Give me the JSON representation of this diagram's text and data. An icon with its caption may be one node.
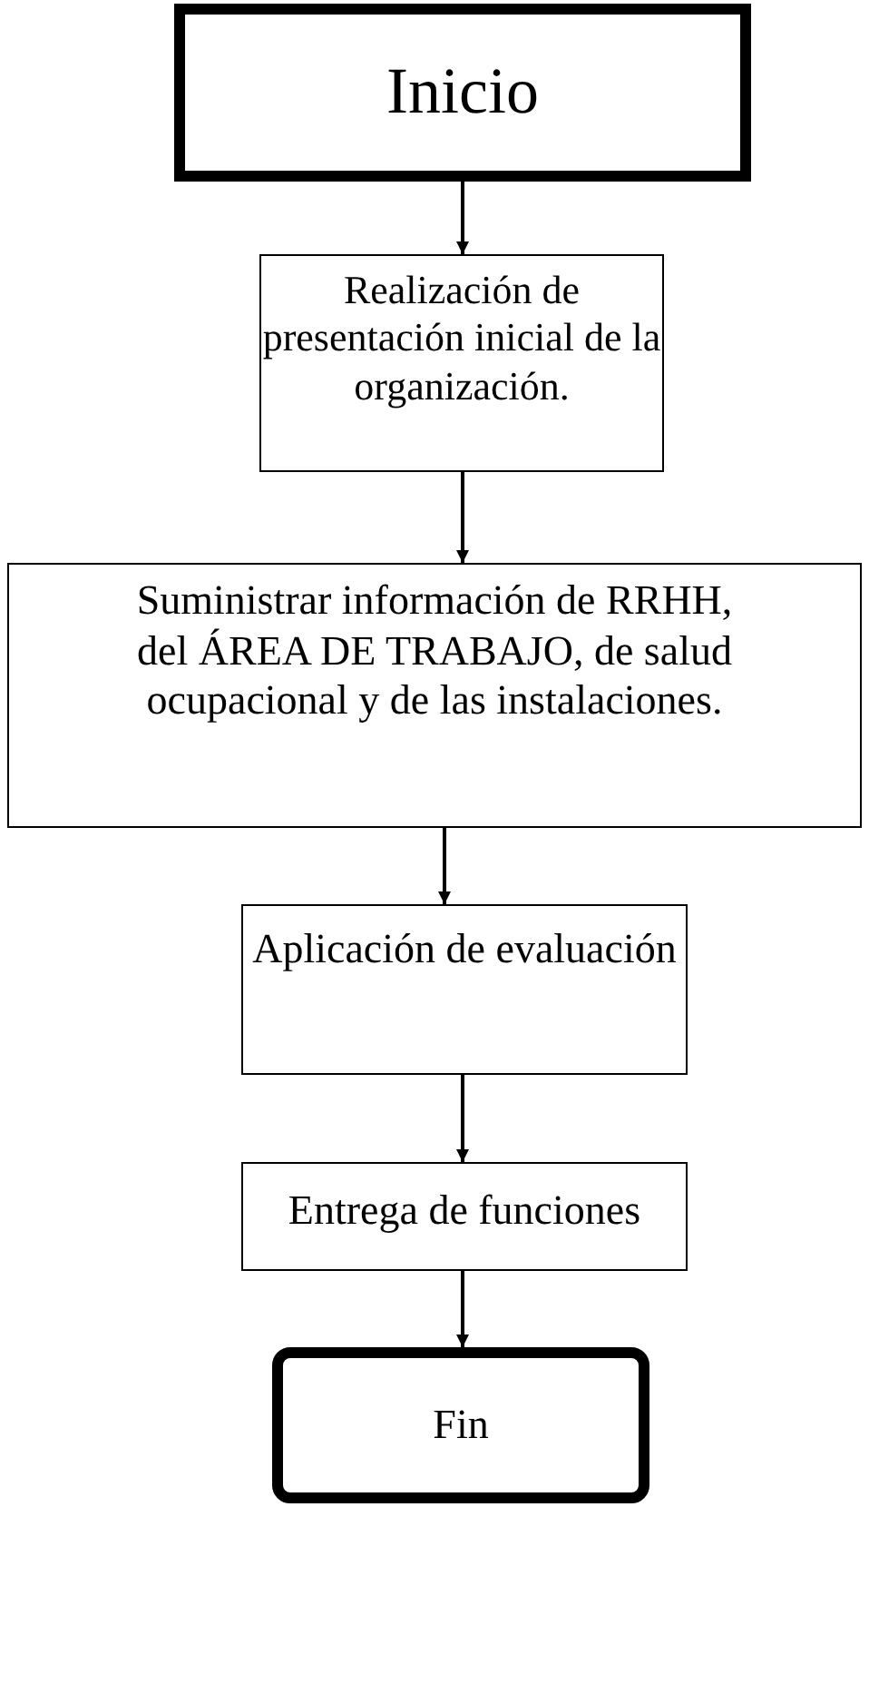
{
  "diagram": {
    "nodes": [
      {
        "text": [
          "Inicio"
        ]
      },
      {
        "text": [
          "Realización de presentación inicial de la organización."
        ]
      },
      {
        "text": [
          "Suministrar información de RRHH, del ÁREA DE TRABAJO, de salud ocupacional y de las instalaciones."
        ]
      },
      {
        "text": [
          "Aplicación de evaluación"
        ]
      },
      {
        "text": [
          "Entrega de funciones"
        ]
      },
      {
        "text": [
          "Fin"
        ]
      }
    ],
    "edges": [
      {
        "from": 0,
        "to": 1,
        "arrow": "to"
      },
      {
        "from": 1,
        "to": 2,
        "arrow": "to"
      },
      {
        "from": 2,
        "to": 3,
        "arrow": "to"
      },
      {
        "from": 3,
        "to": 4,
        "arrow": "to"
      },
      {
        "from": 4,
        "to": 5,
        "arrow": "to"
      }
    ]
  }
}
